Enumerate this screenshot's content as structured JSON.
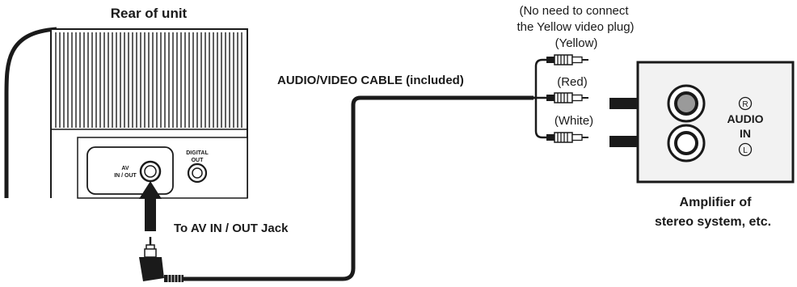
{
  "labels": {
    "rear_of_unit": "Rear of unit",
    "av_jack_line1": "AV",
    "av_jack_line2": "IN / OUT",
    "digital_out_line1": "DIGITAL",
    "digital_out_line2": "OUT",
    "to_av_jack": "To AV IN / OUT Jack",
    "cable": "AUDIO/VIDEO CABLE (included)",
    "note_line1": "(No need to connect",
    "note_line2": "the Yellow video plug)",
    "yellow": "(Yellow)",
    "red": "(Red)",
    "white": "(White)",
    "right_channel": "R",
    "audio_in_line1": "AUDIO",
    "audio_in_line2": "IN",
    "left_channel": "L",
    "amp_line1": "Amplifier of",
    "amp_line2": "stereo system, etc."
  },
  "colors": {
    "ink": "#1a1a1a",
    "panel_fill": "#f2f2f2",
    "red_socket_fill": "#9a9a9a",
    "white_socket_fill": "#ffffff"
  }
}
